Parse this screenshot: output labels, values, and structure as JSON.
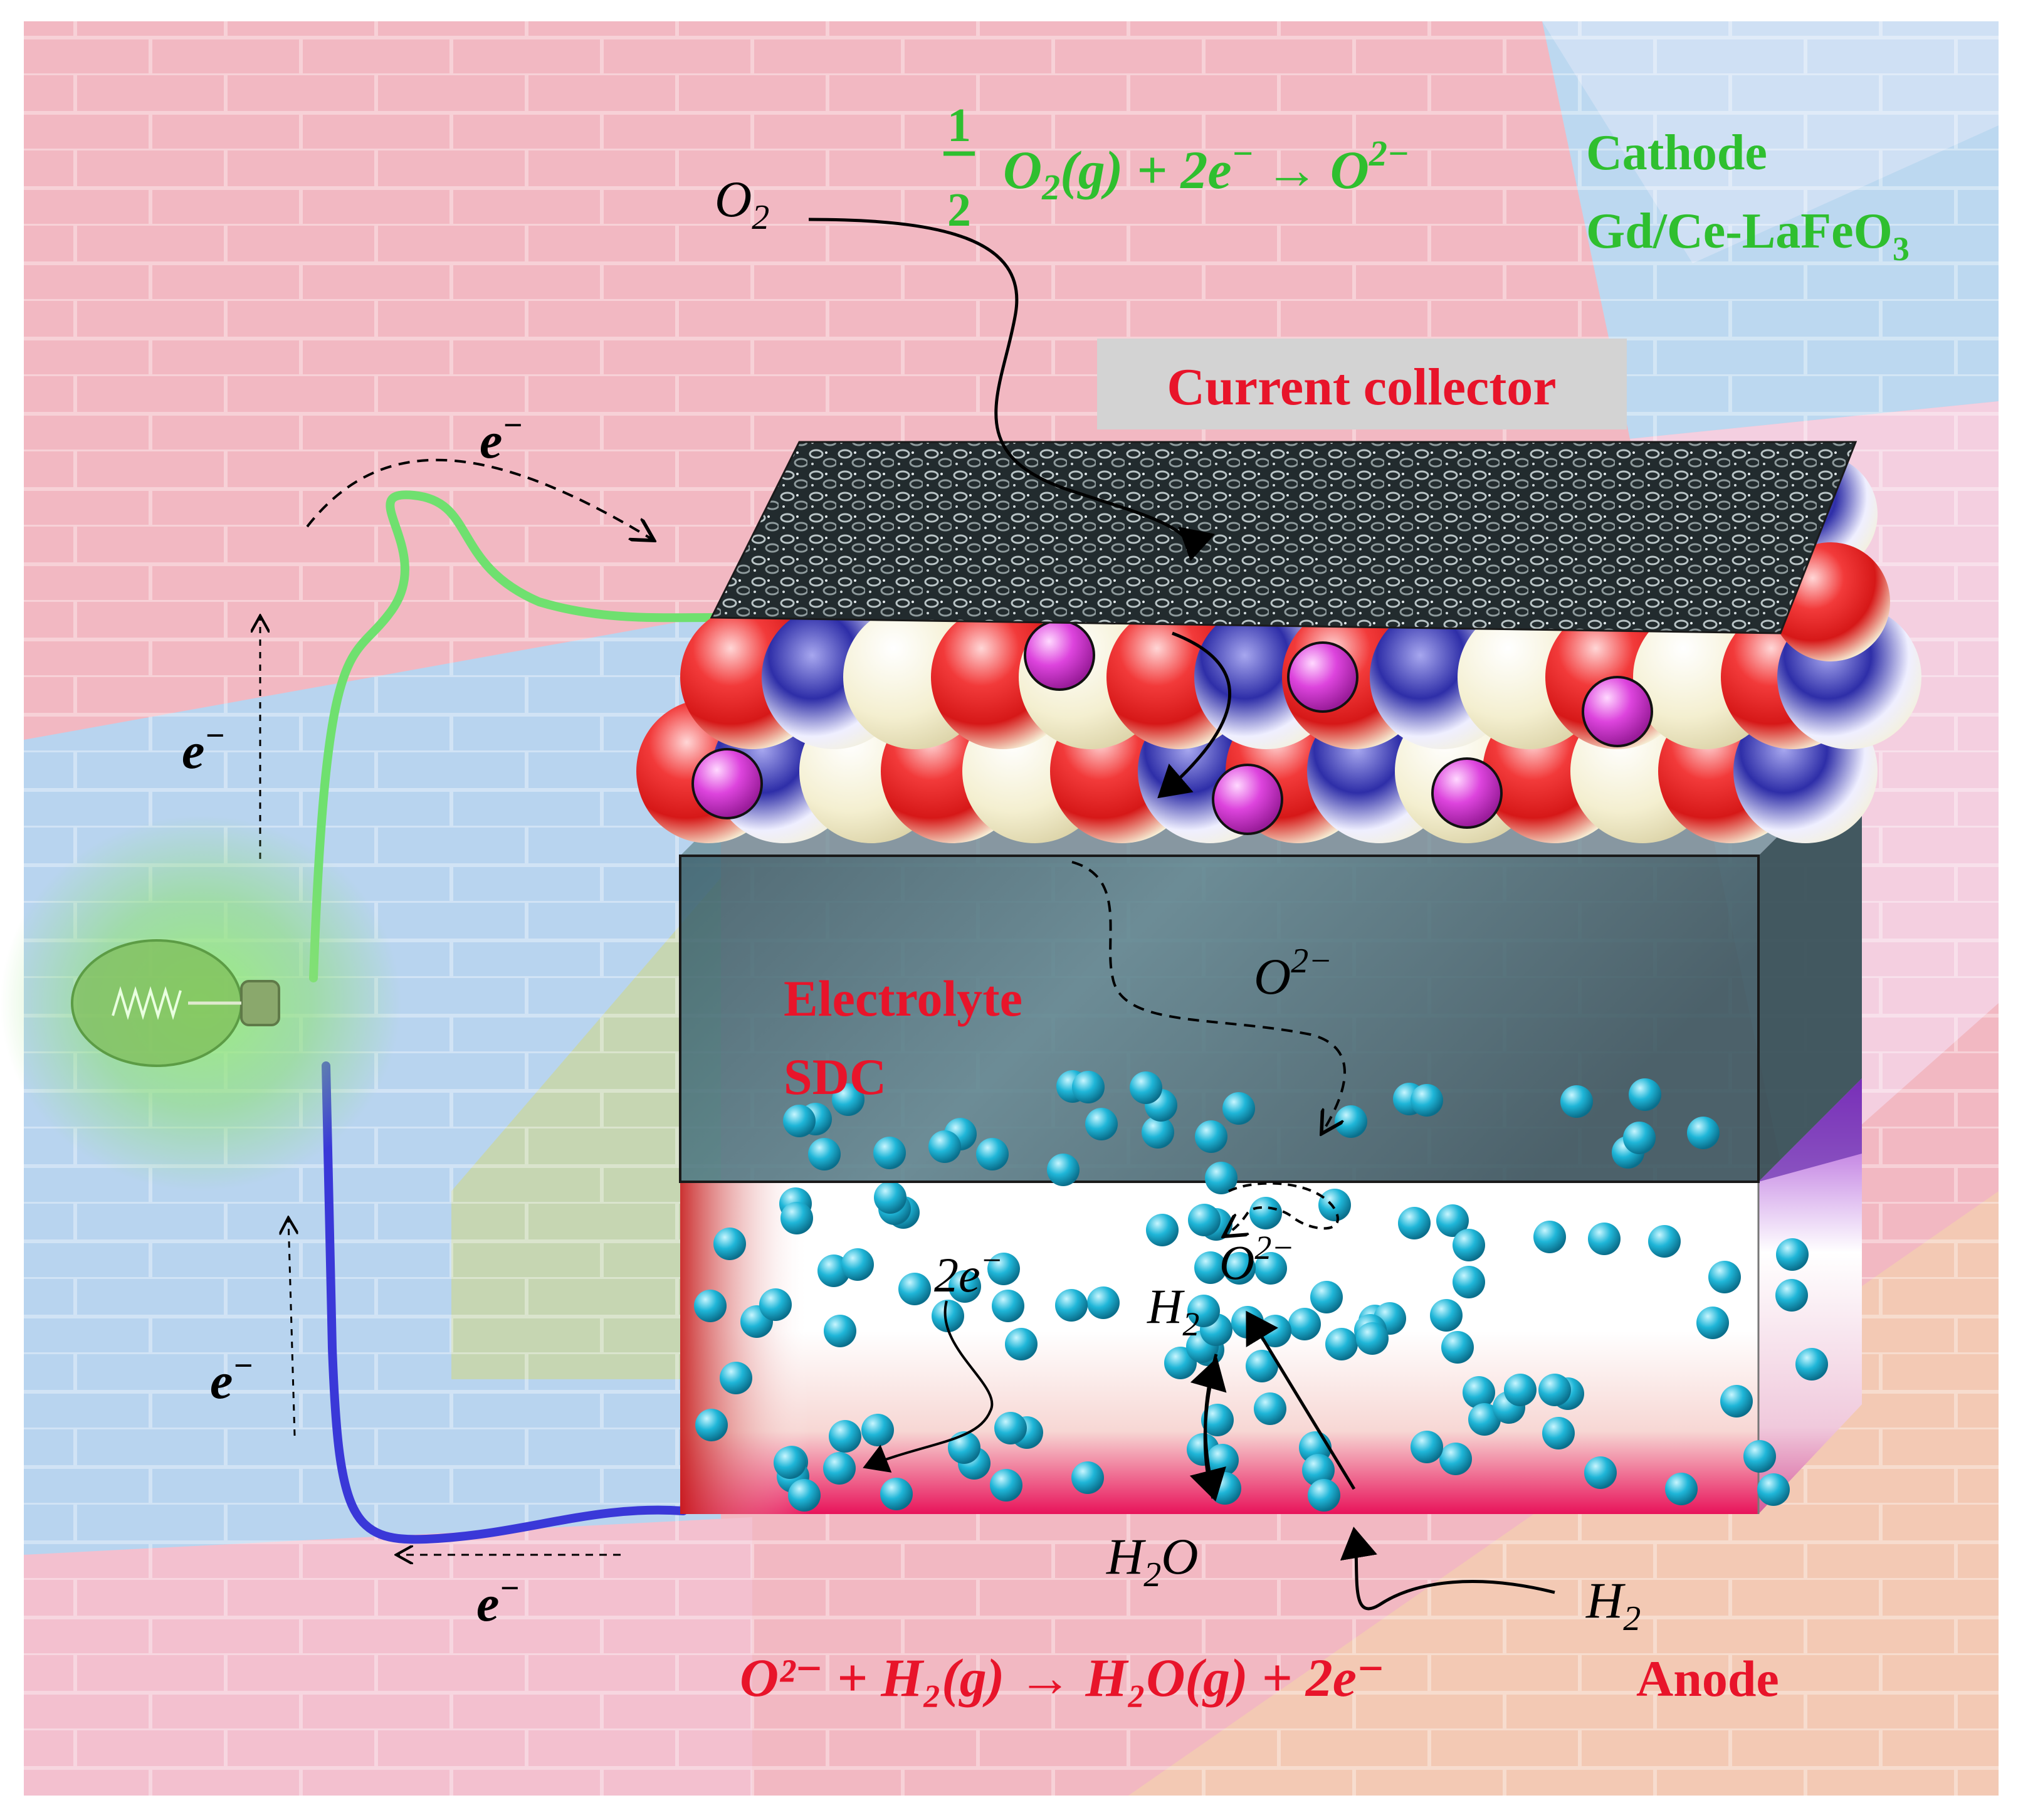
{
  "colors": {
    "cathode_green": "#2fbf2f",
    "anode_red": "#e8142a",
    "label_red": "#e8142a",
    "wire_green": "#6fe06f",
    "wire_blue": "#3a38d8",
    "electrolyte": "#3f6670",
    "collector": "#2a3336",
    "o2_ion": "#e0152a",
    "la_ion": "#2a2aa8",
    "fe_ion": "#f2eed0",
    "dopant": "#cc33cc",
    "h2_particle": "#18a8cc"
  },
  "labels": {
    "o2_in": {
      "main": "O",
      "sub": "2"
    },
    "cathode_eq": {
      "frac_num": "1",
      "frac_den": "2",
      "lhs": "O",
      "lhs_sub": "2",
      "lhs_rest": "(g) + 2e",
      "e_sup": "−",
      "arrow": "→",
      "rhs": "O",
      "rhs_sup": "2−"
    },
    "cathode_name": "Cathode",
    "cathode_material": {
      "main": "Gd/Ce-LaFeO",
      "sub": "3"
    },
    "current_collector": "Current collector",
    "electrolyte_name": "Electrolyte",
    "electrolyte_material": "SDC",
    "o2minus_bulk": {
      "main": "O",
      "sup": "2−"
    },
    "o2minus_anode": {
      "main": "O",
      "sup": "2−"
    },
    "two_e": {
      "main": "2e",
      "sup": "−"
    },
    "h2_anode": {
      "main": "H",
      "sub": "2"
    },
    "h2o_out": {
      "main": "H",
      "sub": "2",
      "rest": "O"
    },
    "h2_in": {
      "main": "H",
      "sub": "2"
    },
    "anode_eq": "O²⁻ + H₂(g) → H₂O(g) + 2e⁻",
    "anode_name": "Anode",
    "electron": {
      "main": "e",
      "sup": "−"
    }
  }
}
